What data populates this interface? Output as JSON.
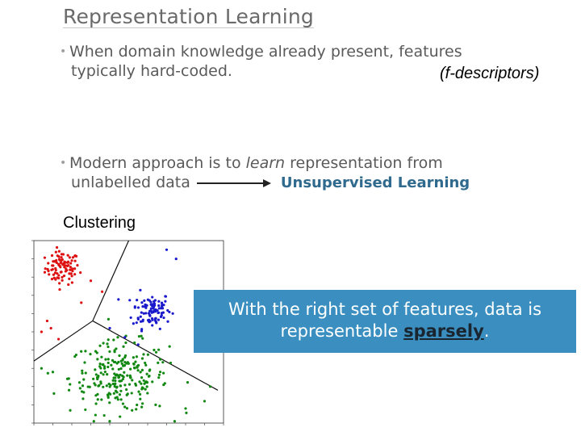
{
  "slide": {
    "title": "Representation Learning",
    "bullet1_line1": "When domain knowledge already present, features",
    "bullet1_line2": "typically hard-coded.",
    "f_descriptors": "(f-descriptors)",
    "bullet2_line1_a": "Modern approach is to ",
    "bullet2_line1_em": "learn",
    "bullet2_line1_b": " representation from",
    "bullet2_line2": "unlabelled data",
    "unsupervised": "Unsupervised Learning",
    "clustering_label": "Clustering",
    "callout_line1": "With the right set of features, data is",
    "callout_line2_a": "representable ",
    "callout_line2_em": "sparsely",
    "callout_line2_b": "."
  },
  "colors": {
    "title": "#6a6a6a",
    "text": "#5a5a5a",
    "accent": "#2f6a8e",
    "callout_bg": "#3a8fc0",
    "cluster_red": "#dd1111",
    "cluster_blue": "#1a1acc",
    "cluster_green": "#118811"
  },
  "chart_data": {
    "type": "scatter",
    "xlim": [
      0,
      1
    ],
    "ylim": [
      0,
      1
    ],
    "clusters": [
      {
        "color": "red",
        "center": [
          0.15,
          0.85
        ],
        "spread": 0.045,
        "count": 95
      },
      {
        "color": "blue",
        "center": [
          0.62,
          0.62
        ],
        "spread": 0.05,
        "count": 95
      },
      {
        "color": "green",
        "center": [
          0.45,
          0.25
        ],
        "spread": 0.13,
        "count": 240
      }
    ],
    "outliers": {
      "red": [
        [
          0.3,
          0.78
        ],
        [
          0.36,
          0.72
        ],
        [
          0.25,
          0.66
        ],
        [
          0.07,
          0.56
        ],
        [
          0.09,
          0.52
        ],
        [
          0.04,
          0.5
        ],
        [
          0.13,
          0.46
        ]
      ],
      "blue": [
        [
          0.7,
          0.95
        ],
        [
          0.75,
          0.9
        ],
        [
          0.4,
          0.52
        ],
        [
          0.48,
          0.47
        ],
        [
          0.55,
          0.43
        ]
      ],
      "green": [
        [
          0.9,
          0.12
        ],
        [
          0.8,
          0.08
        ],
        [
          0.04,
          0.3
        ],
        [
          0.1,
          0.28
        ],
        [
          0.93,
          0.2
        ]
      ]
    },
    "boundaries": [
      [
        [
          0.5,
          1.0
        ],
        [
          0.31,
          0.56
        ]
      ],
      [
        [
          0.31,
          0.56
        ],
        [
          0.0,
          0.34
        ]
      ],
      [
        [
          0.31,
          0.56
        ],
        [
          0.97,
          0.18
        ]
      ]
    ]
  }
}
